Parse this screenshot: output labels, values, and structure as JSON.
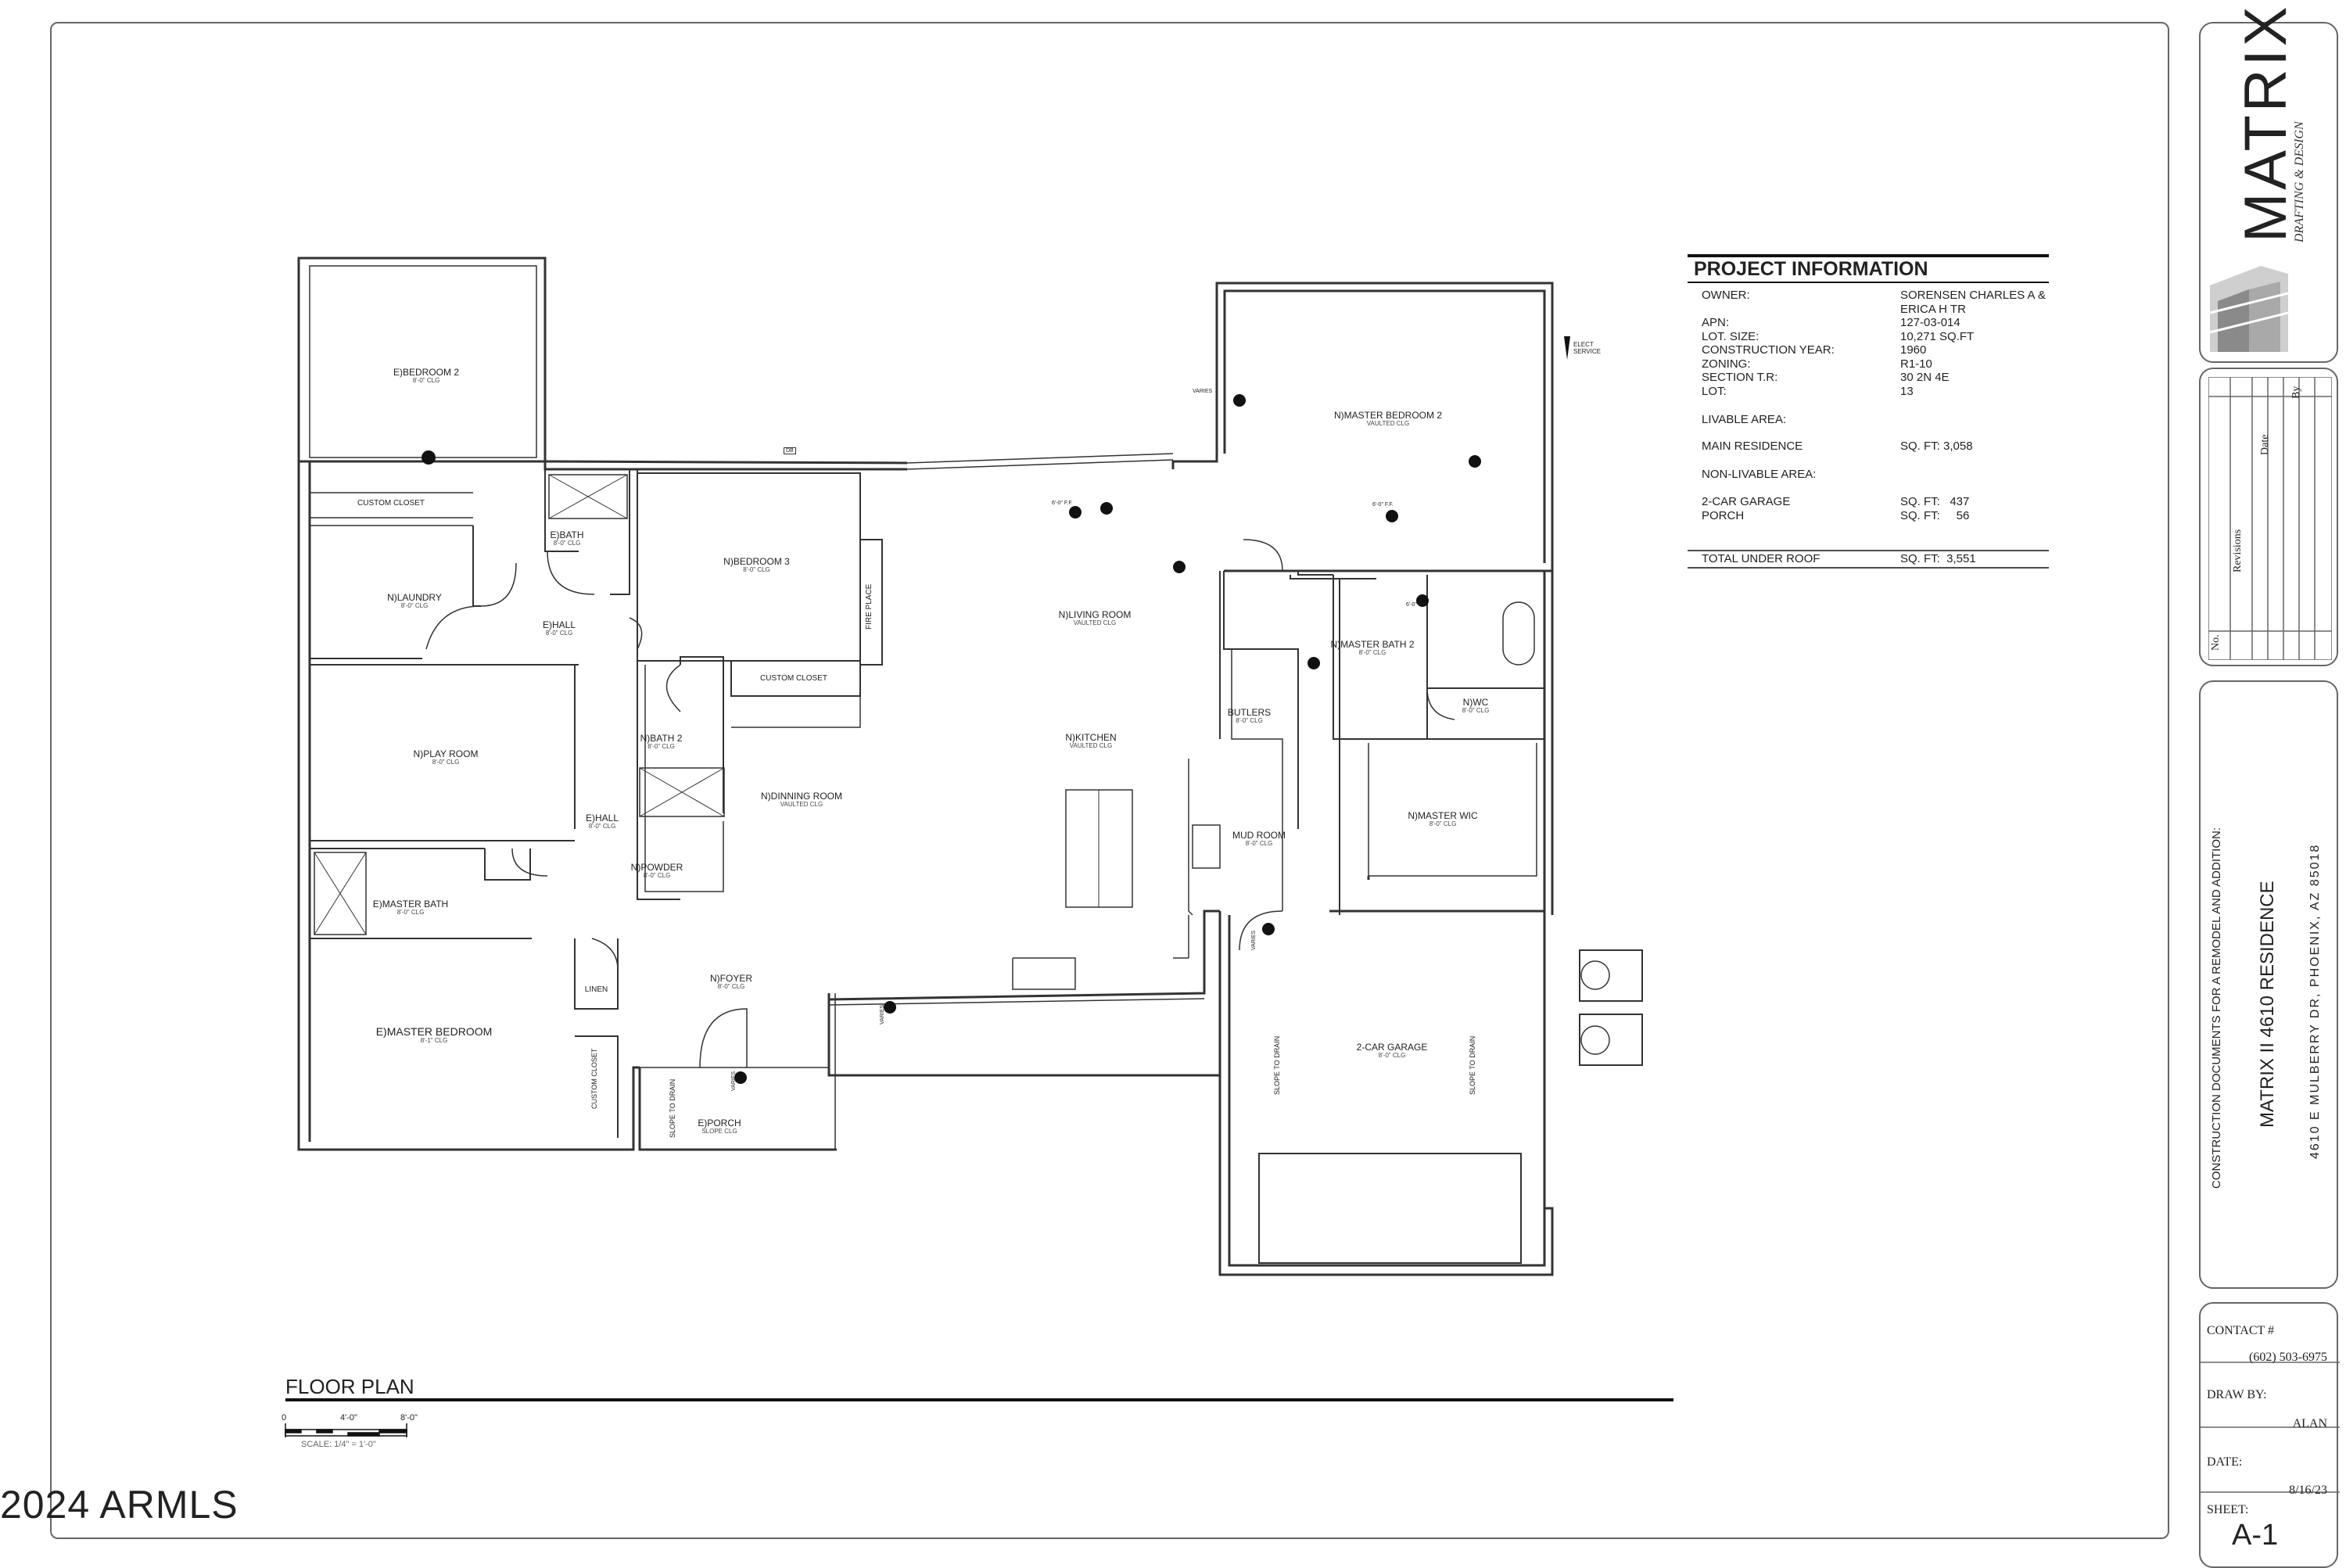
{
  "rooms": {
    "bedroom2": {
      "name": "E)BEDROOM 2",
      "ht": "8'-0\" CLG"
    },
    "custom_closet_1": {
      "name": "CUSTOM CLOSET"
    },
    "laundry": {
      "name": "N)LAUNDRY",
      "ht": "8'-0\" CLG"
    },
    "ebath": {
      "name": "E)BATH",
      "ht": "8'-0\" CLG"
    },
    "ehall1": {
      "name": "E)HALL",
      "ht": "8'-0\" CLG"
    },
    "bedroom3": {
      "name": "N)BEDROOM 3",
      "ht": "8'-0\" CLG"
    },
    "custom_closet_2": {
      "name": "CUSTOM CLOSET"
    },
    "fireplace": {
      "name": "FIRE PLACE"
    },
    "living": {
      "name": "N)LIVING ROOM",
      "ht": "VAULTED CLG"
    },
    "playroom": {
      "name": "N)PLAY ROOM",
      "ht": "8'-0\" CLG"
    },
    "bath2": {
      "name": "N)BATH 2",
      "ht": "8'-0\" CLG"
    },
    "kitchen": {
      "name": "N)KITCHEN",
      "ht": "VAULTED CLG"
    },
    "dining": {
      "name": "N)DINNING ROOM",
      "ht": "VAULTED CLG"
    },
    "ehall2": {
      "name": "E)HALL",
      "ht": "8'-0\" CLG"
    },
    "powder": {
      "name": "N)POWDER",
      "ht": "8'-0\" CLG"
    },
    "emasterbath": {
      "name": "E)MASTER BATH",
      "ht": "8'-0\" CLG"
    },
    "linen": {
      "name": "LINEN"
    },
    "foyer": {
      "name": "N)FOYER",
      "ht": "8'-0\" CLG"
    },
    "emasterbed": {
      "name": "E)MASTER BEDROOM",
      "ht": "8'-1\" CLG"
    },
    "custom_closet_3": {
      "name": "CUSTOM CLOSET"
    },
    "porch": {
      "name": "E)PORCH",
      "ht": "SLOPE CLG"
    },
    "masterbed2": {
      "name": "N)MASTER BEDROOM 2",
      "ht": "VAULTED CLG"
    },
    "masterbath2": {
      "name": "N)MASTER BATH 2",
      "ht": "8'-0\" CLG"
    },
    "wc": {
      "name": "N)WC",
      "ht": "8'-0\" CLG"
    },
    "butlers": {
      "name": "BUTLERS",
      "ht": "8'-0\" CLG"
    },
    "mudroom": {
      "name": "MUD ROOM",
      "ht": "8'-0\" CLG"
    },
    "masterwic": {
      "name": "N)MASTER WIC",
      "ht": "8'-0\" CLG"
    },
    "garage": {
      "name": "2-CAR GARAGE",
      "ht": "8'-0\" CLG"
    }
  },
  "annotations": {
    "elect_service": "ELECT SERVICE",
    "slope_to_drain": "SLOPE TO DRAIN",
    "varies": "VARIES",
    "fan_label": "6'-0\" F.F.",
    "db": "DB"
  },
  "plan_title": "FLOOR PLAN",
  "scale": {
    "tick0": "0",
    "tick1": "4'-0\"",
    "tick2": "8'-0\"",
    "text": "SCALE: 1/4\" = 1'-0\""
  },
  "project_info": {
    "heading": "PROJECT INFORMATION",
    "rows": [
      {
        "label": "OWNER:",
        "value": "SORENSEN CHARLES A &"
      },
      {
        "label": "",
        "value": "ERICA H TR"
      },
      {
        "label": "APN:",
        "value": "127-03-014"
      },
      {
        "label": "LOT. SIZE:",
        "value": "10,271 SQ.FT"
      },
      {
        "label": "CONSTRUCTION YEAR:",
        "value": "1960"
      },
      {
        "label": "ZONING:",
        "value": "R1-10"
      },
      {
        "label": "SECTION T.R:",
        "value": "30 2N 4E"
      },
      {
        "label": "LOT:",
        "value": "13"
      }
    ],
    "livable_heading": "LIVABLE AREA:",
    "main_residence": {
      "label": "MAIN RESIDENCE",
      "value": "SQ. FT: 3,058"
    },
    "nonlivable_heading": "NON-LIVABLE AREA:",
    "garage": {
      "label": "2-CAR GARAGE",
      "value": "SQ. FT:   437"
    },
    "porch": {
      "label": "PORCH",
      "value": "SQ. FT:     56"
    },
    "total": {
      "label": "TOTAL UNDER ROOF",
      "value": "SQ. FT:  3,551"
    }
  },
  "title_block": {
    "brand": "MATRIX",
    "tagline": "DRAFTING & DESIGN",
    "rev_headers": [
      "No.",
      "Revisions",
      "Date",
      "By"
    ],
    "doc_title": "CONSTRUCTION DOCUMENTS FOR A REMODEL AND ADDITION:",
    "residence": "MATRIX II 4610 RESIDENCE",
    "address": "4610 E MULBERRY DR, PHOENIX, AZ 85018",
    "contact_label": "CONTACT #",
    "contact_value": "(602) 503-6975",
    "drawn_label": "DRAW BY:",
    "drawn_value": "ALAN",
    "date_label": "DATE:",
    "date_value": "8/16/23",
    "sheet_label": "SHEET:",
    "sheet_value": "A-1"
  },
  "watermark": "2024 ARMLS"
}
